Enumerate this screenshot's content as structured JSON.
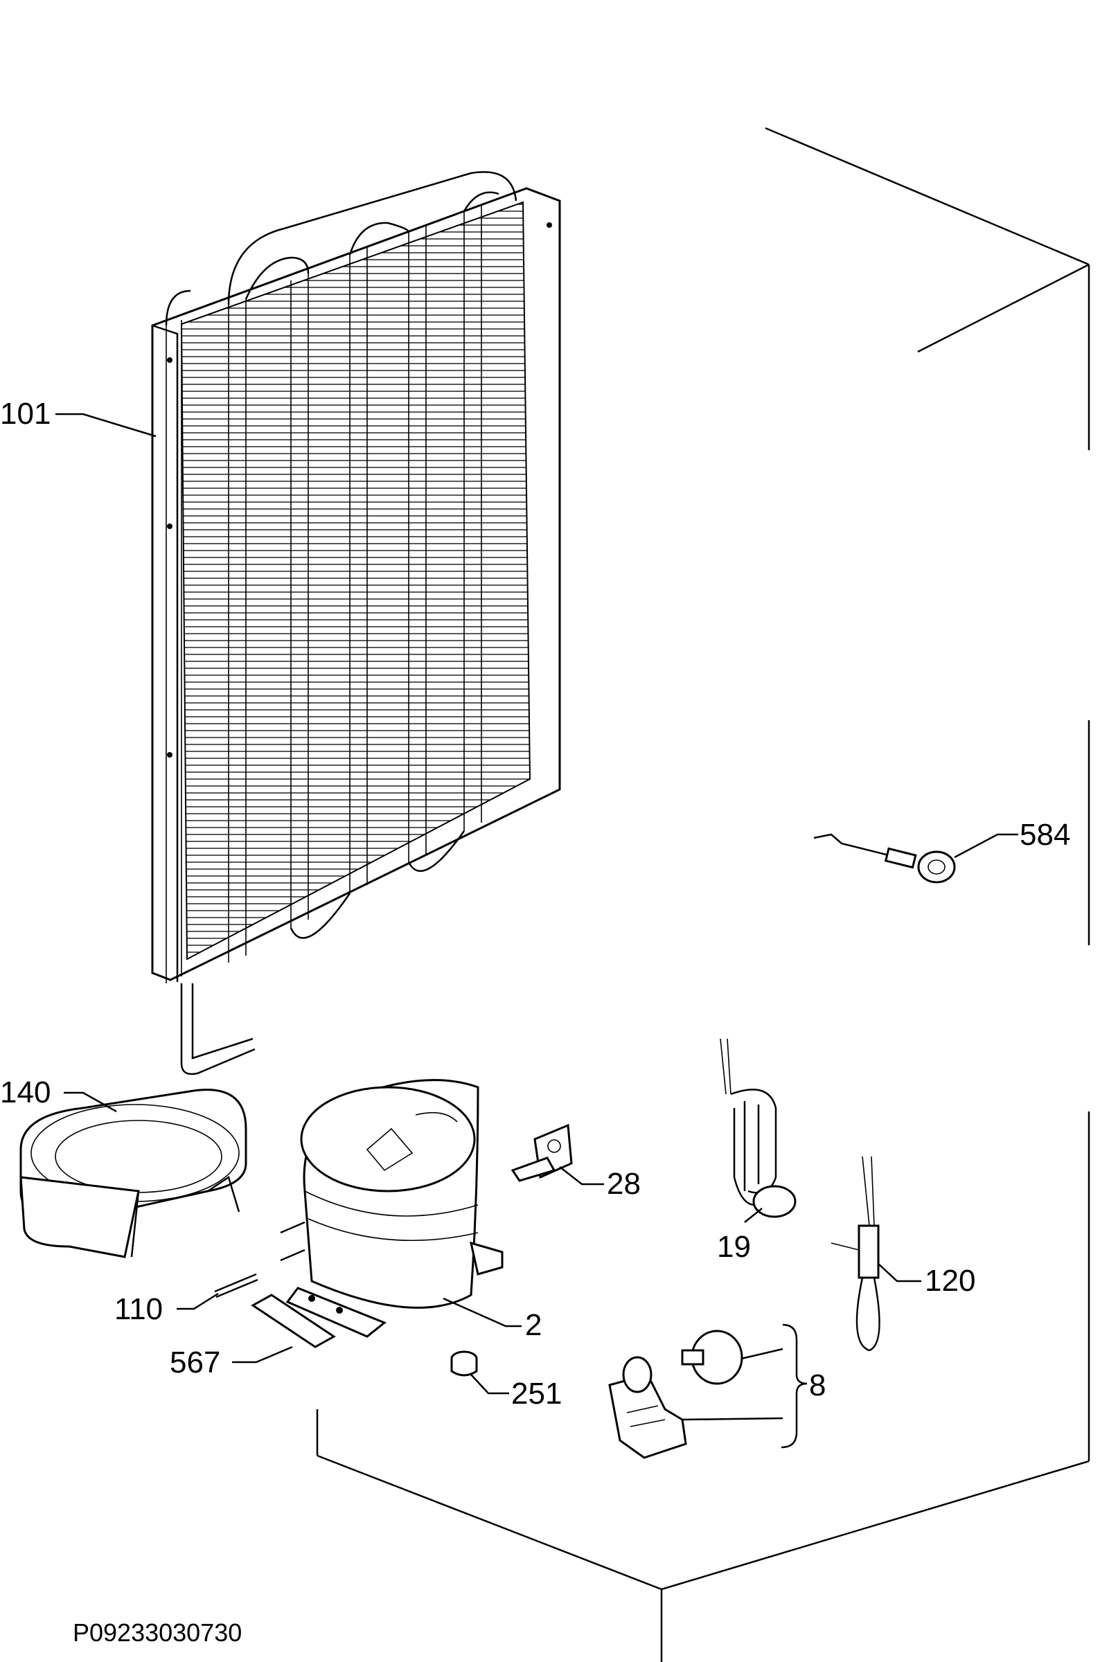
{
  "drawing_code": "P09233030730",
  "callouts": [
    {
      "id": "101",
      "text": "101"
    },
    {
      "id": "584",
      "text": "584"
    },
    {
      "id": "140",
      "text": "140"
    },
    {
      "id": "28",
      "text": "28"
    },
    {
      "id": "19",
      "text": "19"
    },
    {
      "id": "120",
      "text": "120"
    },
    {
      "id": "110",
      "text": "110"
    },
    {
      "id": "2",
      "text": "2"
    },
    {
      "id": "567",
      "text": "567"
    },
    {
      "id": "251",
      "text": "251"
    },
    {
      "id": "8",
      "text": "8"
    }
  ]
}
